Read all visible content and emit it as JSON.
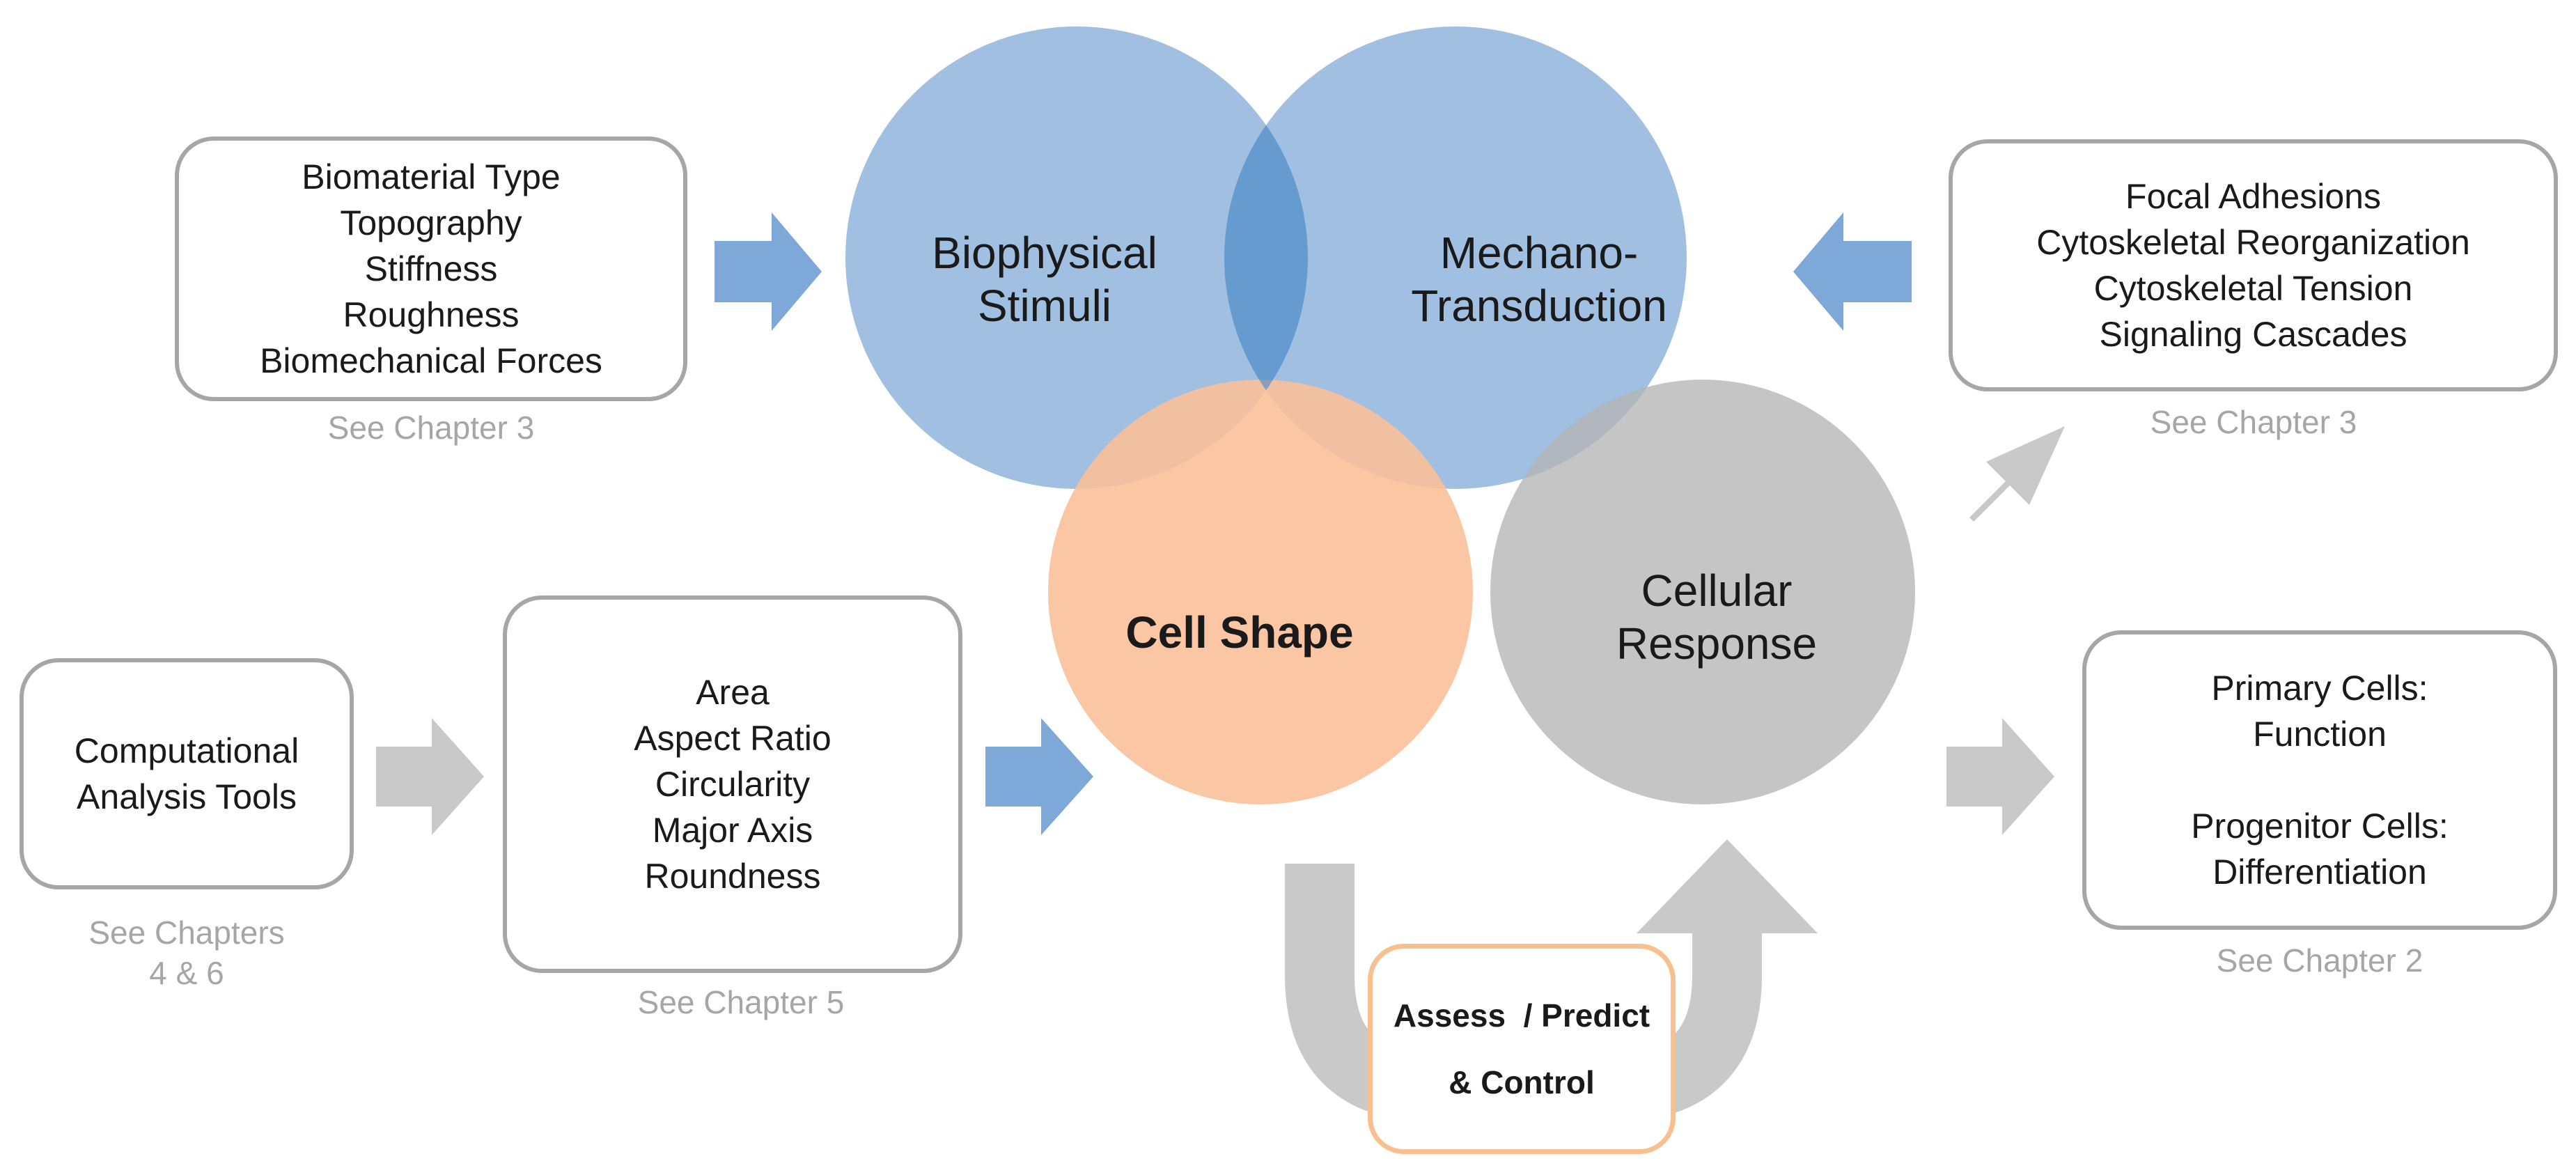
{
  "colors": {
    "blue": "#8fb4dc",
    "blue_dark": "#4f8ec7",
    "orange": "#f9c09a",
    "orange_dark": "#e9a075",
    "gray": "#bdbdbd",
    "gray_arrow": "#c9c9c9",
    "box_border": "#a6a6a6",
    "note_text": "#a6a6a6",
    "assess_border": "#f9c08f"
  },
  "circles": {
    "biophysical": [
      "Biophysical",
      "Stimuli"
    ],
    "mechano": [
      "Mechano-",
      "Transduction"
    ],
    "cell_shape": "Cell Shape",
    "cellular_response": [
      "Cellular",
      "Response"
    ]
  },
  "boxes": {
    "biomaterial": {
      "lines": [
        "Biomaterial Type",
        "Topography",
        "Stiffness",
        "Roughness",
        "Biomechanical Forces"
      ],
      "note": "See Chapter 3"
    },
    "focal": {
      "lines": [
        "Focal Adhesions",
        "Cytoskeletal Reorganization",
        "Cytoskeletal Tension",
        "Signaling Cascades"
      ],
      "note": "See Chapter 3"
    },
    "computational": {
      "lines": [
        "Computational",
        "Analysis Tools"
      ],
      "note": [
        "See Chapters",
        "4 & 6"
      ]
    },
    "metrics": {
      "lines": [
        "Area",
        "Aspect Ratio",
        "Circularity",
        "Major Axis",
        "Roundness"
      ],
      "note": "See Chapter 5"
    },
    "cells": {
      "lines": [
        "Primary Cells:",
        "Function",
        "Progenitor Cells:",
        "Differentiation"
      ],
      "note": "See Chapter 2"
    }
  },
  "assess": [
    "Assess  / Predict",
    "& Control"
  ]
}
